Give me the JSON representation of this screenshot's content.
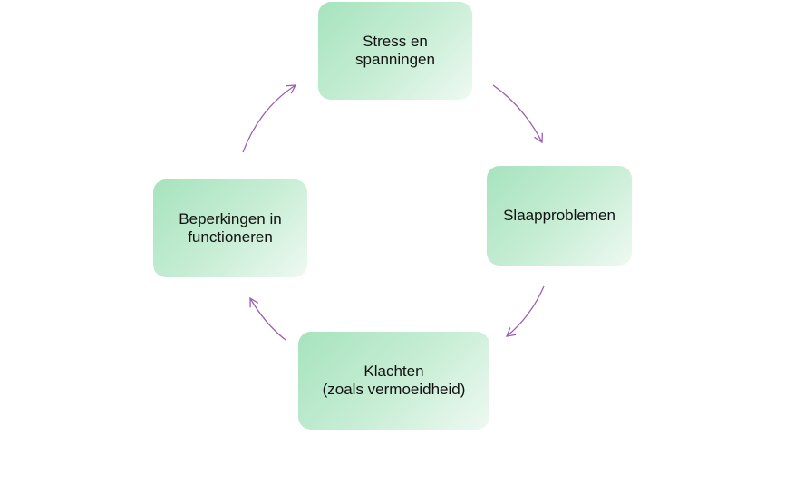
{
  "diagram": {
    "type": "cycle",
    "nodes": [
      {
        "id": "top",
        "label": "Stress en\nspanningen"
      },
      {
        "id": "right",
        "label": "Slaapproblemen"
      },
      {
        "id": "bottom",
        "label": "Klachten\n(zoals vermoeidheid)"
      },
      {
        "id": "left",
        "label": "Beperkingen in\nfunctioneren"
      }
    ],
    "edges": [
      {
        "from": "top",
        "to": "right"
      },
      {
        "from": "right",
        "to": "bottom"
      },
      {
        "from": "bottom",
        "to": "left"
      },
      {
        "from": "left",
        "to": "top"
      }
    ],
    "colors": {
      "node_fill": "#a6e3bd",
      "arrow": "#9b5fb5"
    }
  }
}
